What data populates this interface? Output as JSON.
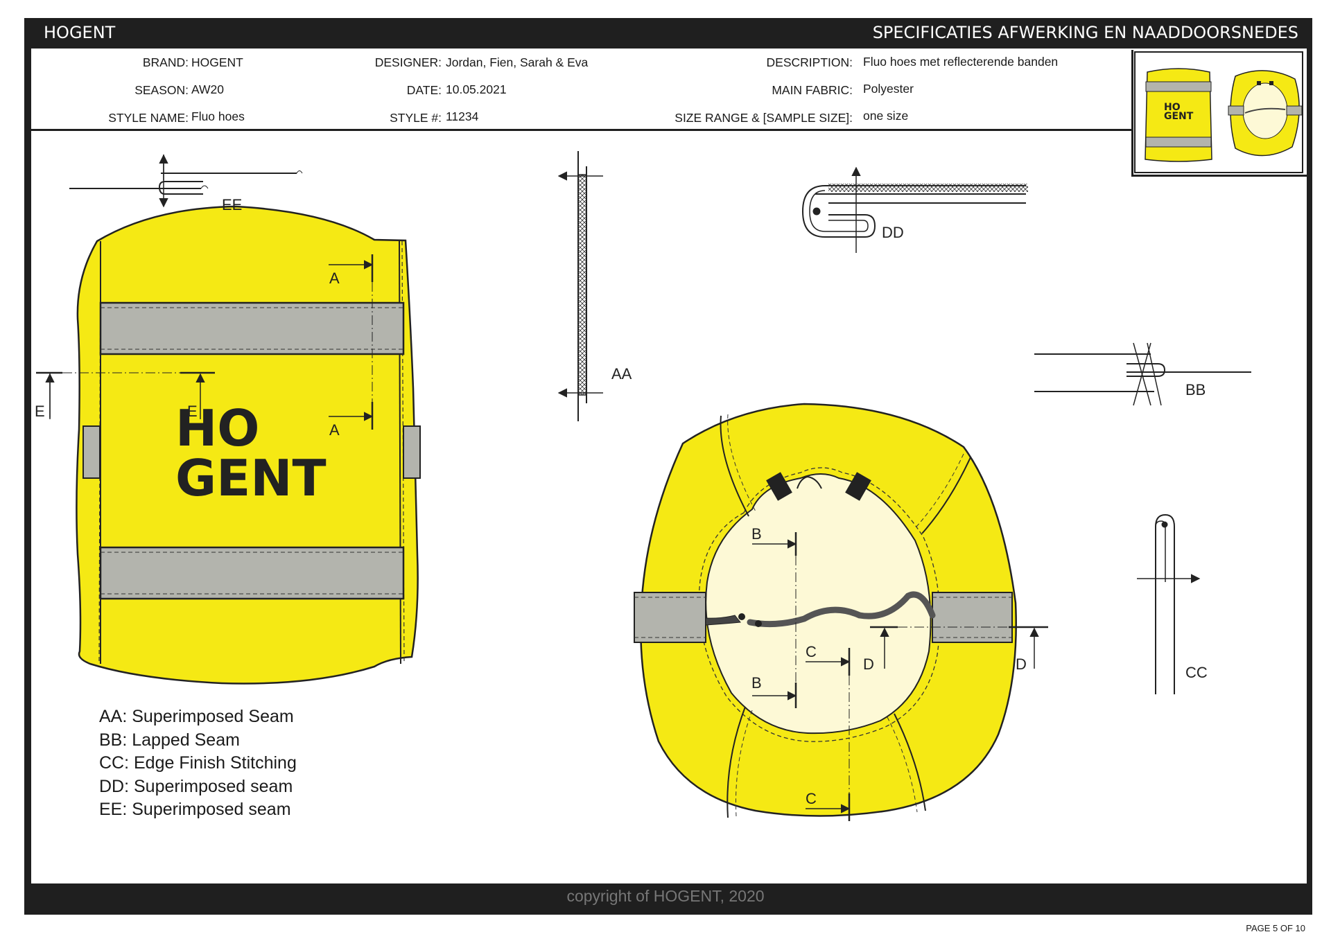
{
  "header": {
    "brand_bar": "HOGENT",
    "sheet_title": "SPECIFICATIES AFWERKING EN NAADDOORSNEDES"
  },
  "info": {
    "brand_label": "BRAND:",
    "brand_value": "HOGENT",
    "season_label": "SEASON:",
    "season_value": "AW20",
    "style_name_label": "STYLE NAME:",
    "style_name_value": "Fluo hoes",
    "designer_label": "DESIGNER:",
    "designer_value": "Jordan, Fien, Sarah & Eva",
    "date_label": "DATE:",
    "date_value": "10.05.2021",
    "style_no_label": "STYLE #:",
    "style_no_value": "11234",
    "description_label": "DESCRIPTION:",
    "description_value": "Fluo hoes met reflecterende banden",
    "main_fabric_label": "MAIN FABRIC:",
    "main_fabric_value": "Polyester",
    "size_range_label": "SIZE RANGE & [SAMPLE SIZE]:",
    "size_range_value": "one size"
  },
  "logo_text": {
    "line1": "HO",
    "line2": "GENT"
  },
  "seam_labels": {
    "aa": "AA",
    "bb": "BB",
    "cc": "CC",
    "dd": "DD",
    "ee": "EE",
    "a": "A",
    "b": "B",
    "c": "C",
    "d": "D",
    "e": "E"
  },
  "legend": [
    "AA: Superimposed Seam",
    "BB: Lapped Seam",
    "CC: Edge Finish Stitching",
    "DD: Superimposed seam",
    "EE: Superimposed seam"
  ],
  "footer": {
    "copyright": "copyright of HOGENT, 2020",
    "page_label": "PAGE   5  OF   10"
  },
  "colors": {
    "fluo": "#f5e914",
    "reflective": "#b3b4ad",
    "inner_lining": "#fdf9d6",
    "frame": "#1f1f1f"
  }
}
